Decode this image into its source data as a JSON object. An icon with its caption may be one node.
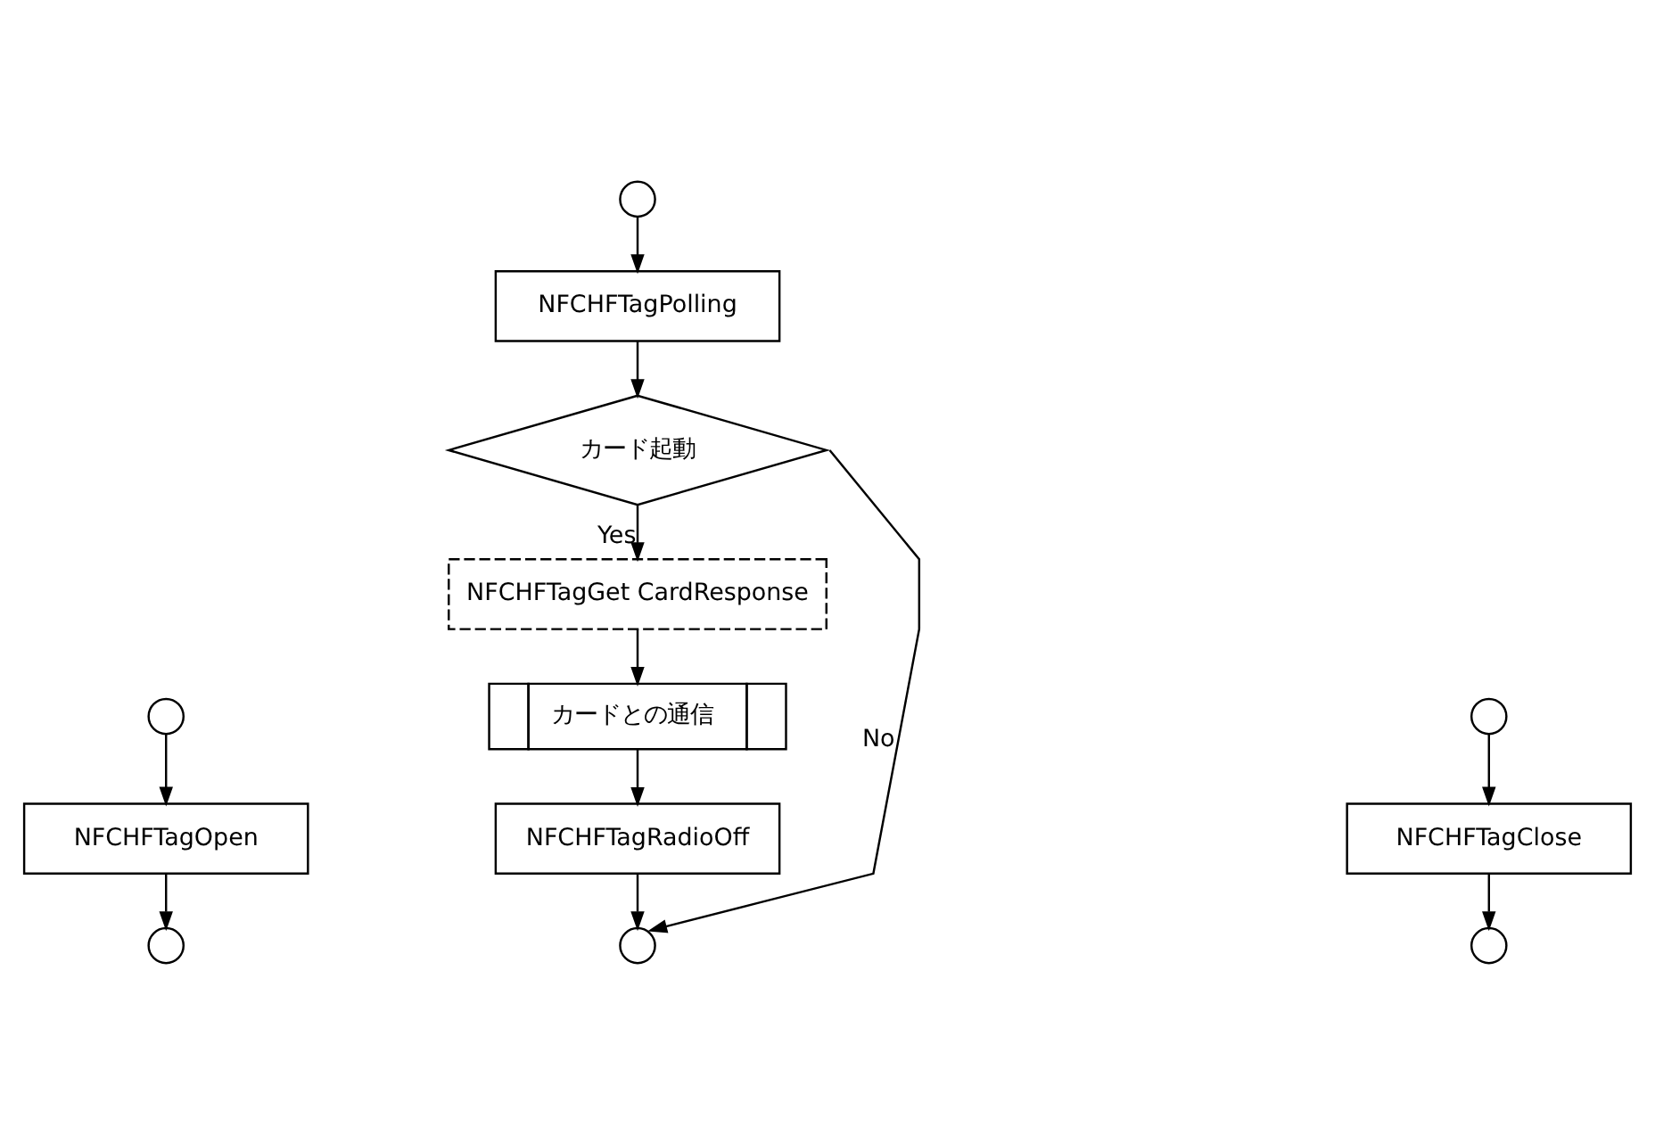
{
  "diagram": {
    "nodes": [
      {
        "text": [],
        "shape": "circle"
      },
      {
        "text": [
          "NFCHFTagPolling"
        ]
      },
      {
        "text": [
          "カード起動"
        ]
      },
      {
        "text": [
          "NFCHFTagGet CardResponse"
        ]
      },
      {
        "text": [
          "カードとの通信"
        ]
      },
      {
        "text": [
          "NFCHFTagRadioOff"
        ]
      },
      {
        "text": [],
        "shape": "circle"
      },
      {
        "text": [],
        "shape": "circle"
      },
      {
        "text": [
          "NFCHFTagOpen"
        ]
      },
      {
        "text": [],
        "shape": "circle"
      },
      {
        "text": [],
        "shape": "circle"
      },
      {
        "text": [
          "NFCHFTagClose"
        ]
      },
      {
        "text": [],
        "shape": "circle"
      }
    ],
    "edges": [
      {
        "from": 0,
        "to": 1,
        "arrow": "to"
      },
      {
        "from": 1,
        "to": 2,
        "arrow": "to"
      },
      {
        "from": 2,
        "to": 3,
        "arrow": "to",
        "label": "Yes"
      },
      {
        "from": 3,
        "to": 4,
        "arrow": "to"
      },
      {
        "from": 4,
        "to": 5,
        "arrow": "to"
      },
      {
        "from": 5,
        "to": 6,
        "arrow": "to"
      },
      {
        "from": 2,
        "to": 6,
        "arrow": "to",
        "label": "No"
      },
      {
        "from": 7,
        "to": 8,
        "arrow": "to"
      },
      {
        "from": 8,
        "to": 9,
        "arrow": "to"
      },
      {
        "from": 10,
        "to": 11,
        "arrow": "to"
      },
      {
        "from": 11,
        "to": 12,
        "arrow": "to"
      }
    ]
  }
}
